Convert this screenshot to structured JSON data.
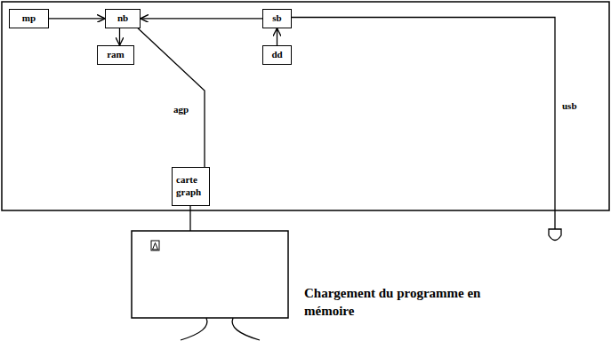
{
  "diagram": {
    "caption": "Chargement du programme en mémoire",
    "nodes": [
      {
        "text": [
          "mp"
        ]
      },
      {
        "text": [
          "nb"
        ]
      },
      {
        "text": [
          "sb"
        ]
      },
      {
        "text": [
          "ram"
        ]
      },
      {
        "text": [
          "dd"
        ]
      },
      {
        "text": [
          "carte graph"
        ]
      }
    ],
    "edges": [
      {
        "from": 0,
        "to": 1,
        "arrow": "to"
      },
      {
        "from": 1,
        "to": 3,
        "arrow": "to"
      },
      {
        "from": 2,
        "to": 1,
        "arrow": "to"
      },
      {
        "from": 4,
        "to": 2,
        "arrow": "to"
      },
      {
        "from": 1,
        "to": 5,
        "arrow": "none",
        "label": "agp"
      }
    ],
    "labels": [
      "usb"
    ]
  }
}
